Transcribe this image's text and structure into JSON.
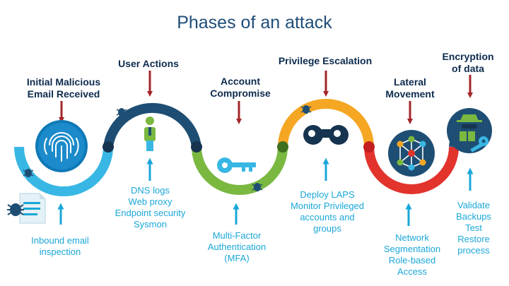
{
  "title": "Phases of an attack",
  "colors": {
    "dark_blue": "#1e4e73",
    "light_blue": "#38b7e4",
    "green": "#7ab840",
    "orange": "#f5a623",
    "red": "#e2332d",
    "arrow_red": "#a3262a",
    "defense_blue": "#1aa7d8"
  },
  "phases": [
    {
      "lines": [
        "Initial Malicious",
        "Email Received"
      ],
      "icon": "fingerprint-icon"
    },
    {
      "lines": [
        "User Actions"
      ],
      "icon": "user-icon"
    },
    {
      "lines": [
        "Account",
        "Compromise"
      ],
      "icon": "key-icon"
    },
    {
      "lines": [
        "Privilege Escalation"
      ],
      "icon": "binoculars-icon"
    },
    {
      "lines": [
        "Lateral",
        "Movement"
      ],
      "icon": "network-icon"
    },
    {
      "lines": [
        "Encryption",
        "of data"
      ],
      "icon": "spy-key-icon"
    }
  ],
  "defenses": [
    {
      "lines": [
        "Inbound email",
        "inspection"
      ]
    },
    {
      "lines": [
        "DNS logs",
        "Web proxy",
        "Endpoint security",
        "Sysmon"
      ]
    },
    {
      "lines": [
        "Multi-Factor",
        "Authentication",
        "(MFA)"
      ]
    },
    {
      "lines": [
        "Deploy LAPS",
        "Monitor Privileged",
        "accounts and",
        "groups"
      ]
    },
    {
      "lines": [
        "Network",
        "Segmentation",
        "Role-based",
        "Access"
      ]
    },
    {
      "lines": [
        "Validate",
        "Backups",
        "Test",
        "Restore",
        "process"
      ]
    }
  ]
}
